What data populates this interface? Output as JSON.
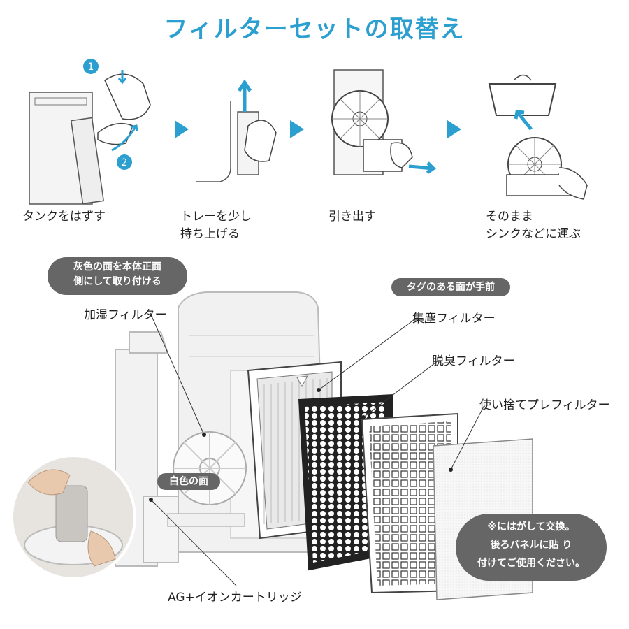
{
  "title": "フィルターセットの取替え",
  "steps": [
    {
      "lines": [
        "タンクをはずす"
      ]
    },
    {
      "lines": [
        "トレーを少し",
        "持ち上げる"
      ]
    },
    {
      "lines": [
        "引き出す"
      ]
    },
    {
      "lines": [
        "そのまま",
        "シンクなどに運ぶ"
      ]
    }
  ],
  "step_numbers": [
    "1",
    "2"
  ],
  "bubbles": {
    "gray_side": [
      "灰色の面を本体正面",
      "側にして取り付ける"
    ],
    "tag_side": "タグのある面が手前",
    "white_side": "白色の面",
    "note": [
      "※にはがして交換。",
      "後ろパネルに貼 り",
      "付けてご使用ください。"
    ]
  },
  "callouts": {
    "humidify_filter": "加湿フィルター",
    "dust_filter": "集塵フィルター",
    "deodorize_filter": "脱臭フィルター",
    "prefilter": "使い捨てプレフィルター",
    "ag_cartridge": "AG+イオンカートリッジ"
  },
  "colors": {
    "accent": "#2a9fd0",
    "bubble": "#666666"
  }
}
